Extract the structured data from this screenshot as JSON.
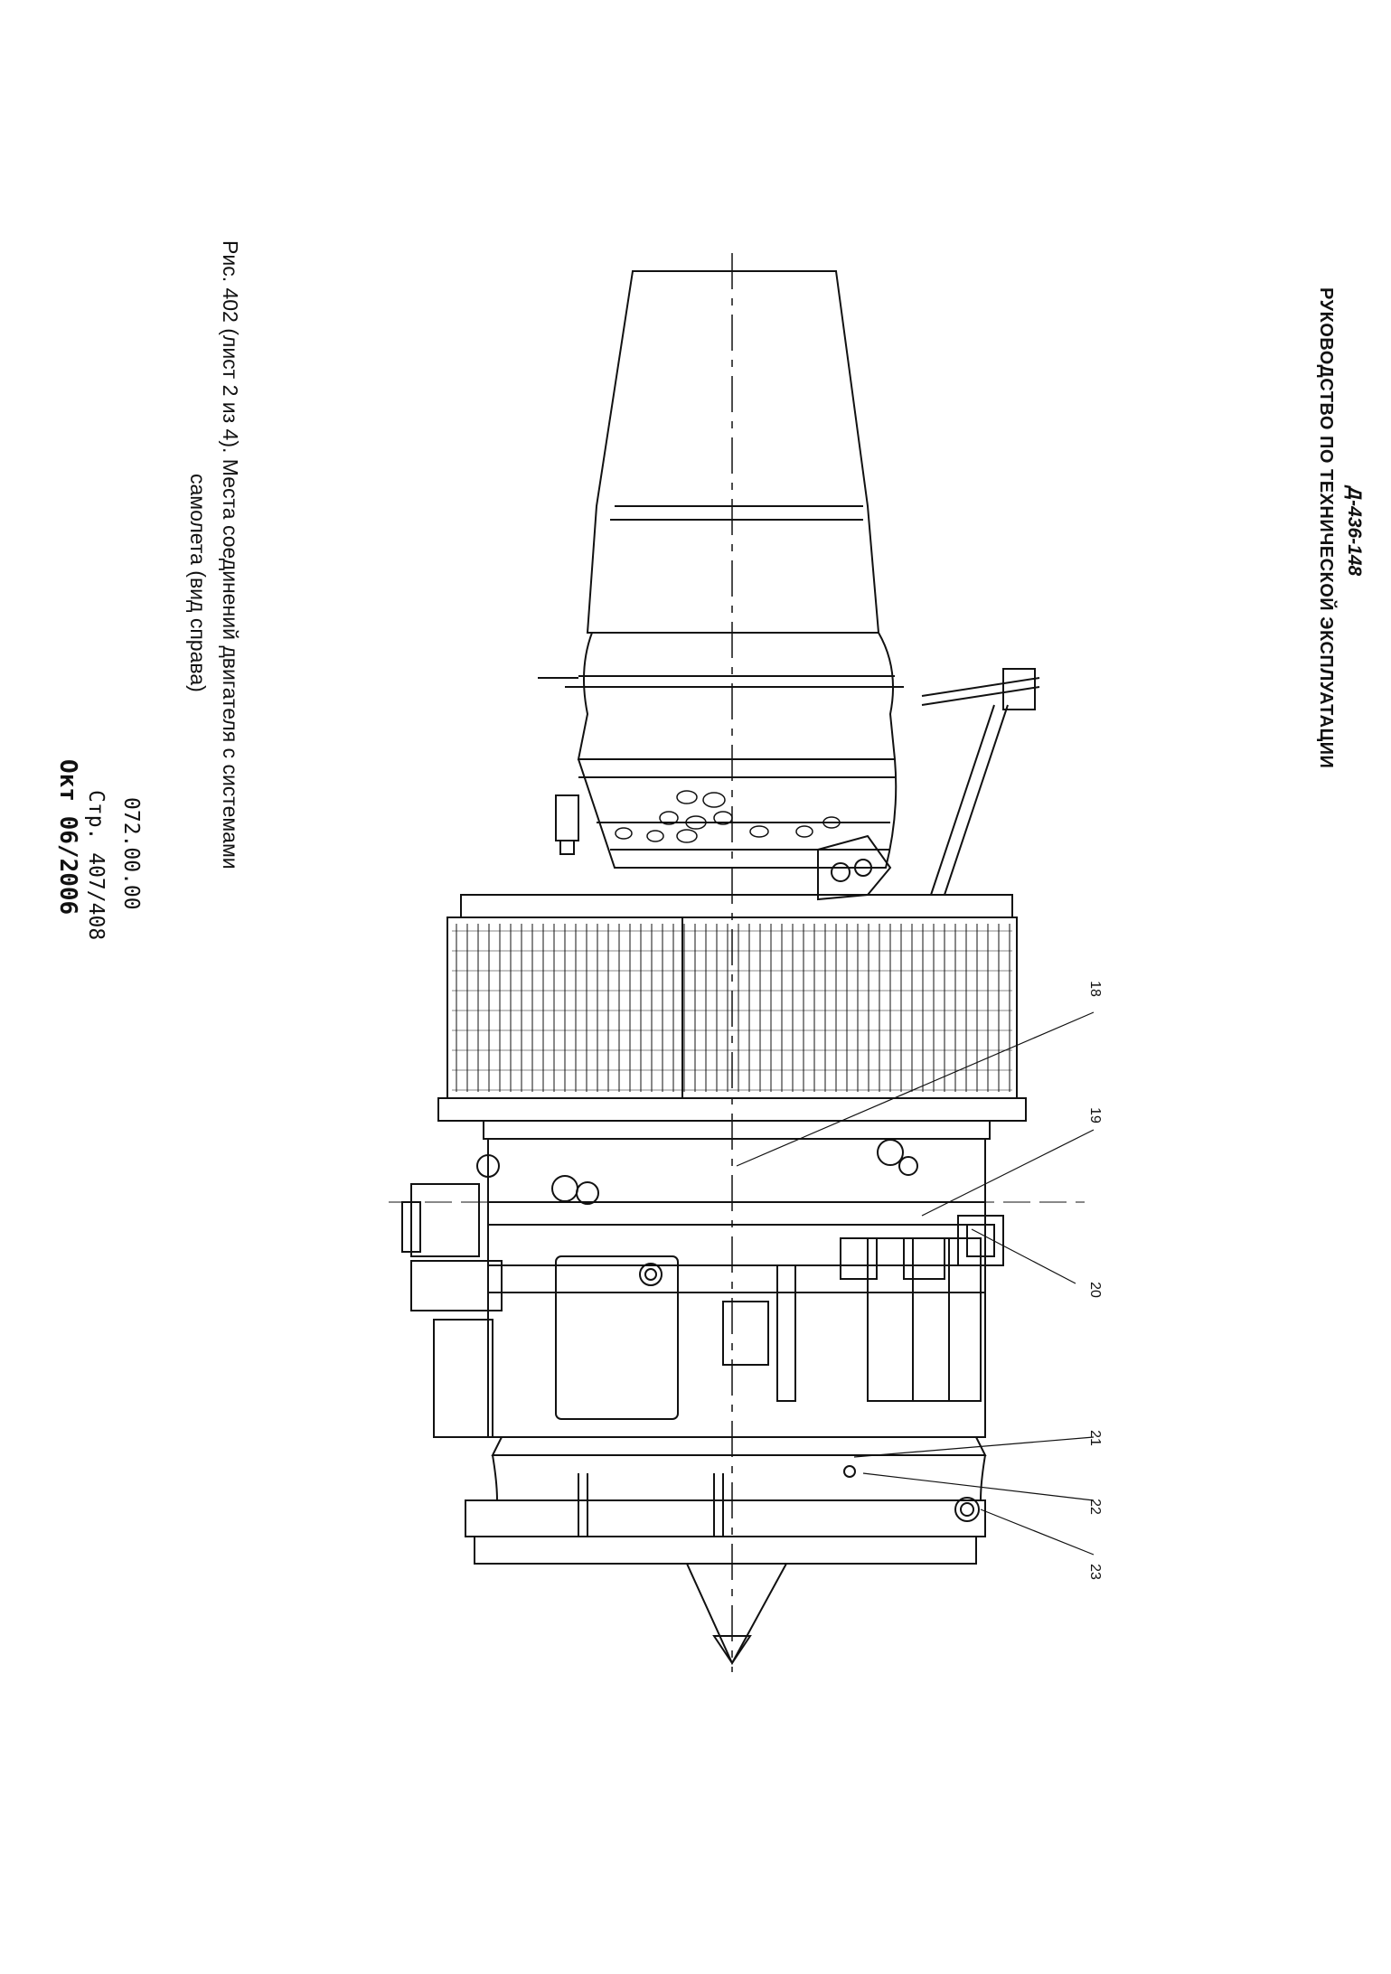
{
  "header": {
    "doc_code": "Д-436-148",
    "manual_title": "РУКОВОДСТВО ПО ТЕХНИЧЕСКОЙ ЭКСПЛУАТАЦИИ"
  },
  "figure": {
    "caption_line1": "Рис. 402 (лист 2 из 4). Места соединений двигателя с системами",
    "caption_line2": "самолета (вид справа)",
    "callouts": [
      "18",
      "19",
      "20",
      "21",
      "22",
      "23"
    ]
  },
  "footer": {
    "section": "072.00.00",
    "page": "Стр. 407/408",
    "revision": "Окт 06/2006"
  }
}
